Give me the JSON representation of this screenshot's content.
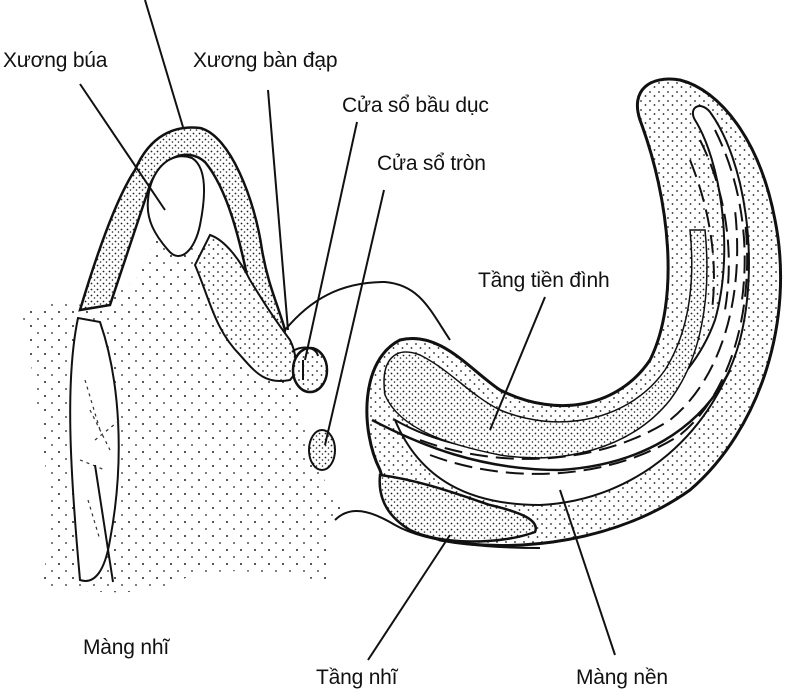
{
  "diagram": {
    "title": "",
    "colors": {
      "ink": "#111111",
      "background": "#ffffff",
      "stipple": "#2a2a2a"
    },
    "labels": {
      "malleus": "Xương búa",
      "stapes": "Xương bàn đạp",
      "oval_window": "Cửa sổ bầu dục",
      "round_window": "Cửa sổ tròn",
      "scala_vestibuli": "Tầng tiền đình",
      "tympanic_membrane": "Màng nhĩ",
      "scala_tympani": "Tầng nhĩ",
      "basilar_membrane": "Màng nền"
    },
    "structures": [
      "ossicles-arch",
      "tympanic-membrane",
      "middle-ear-cavity",
      "stapes-footplate",
      "round-window",
      "cochlea-uncoiled",
      "scala-vestibuli",
      "scala-tympani",
      "basilar-membrane"
    ]
  }
}
